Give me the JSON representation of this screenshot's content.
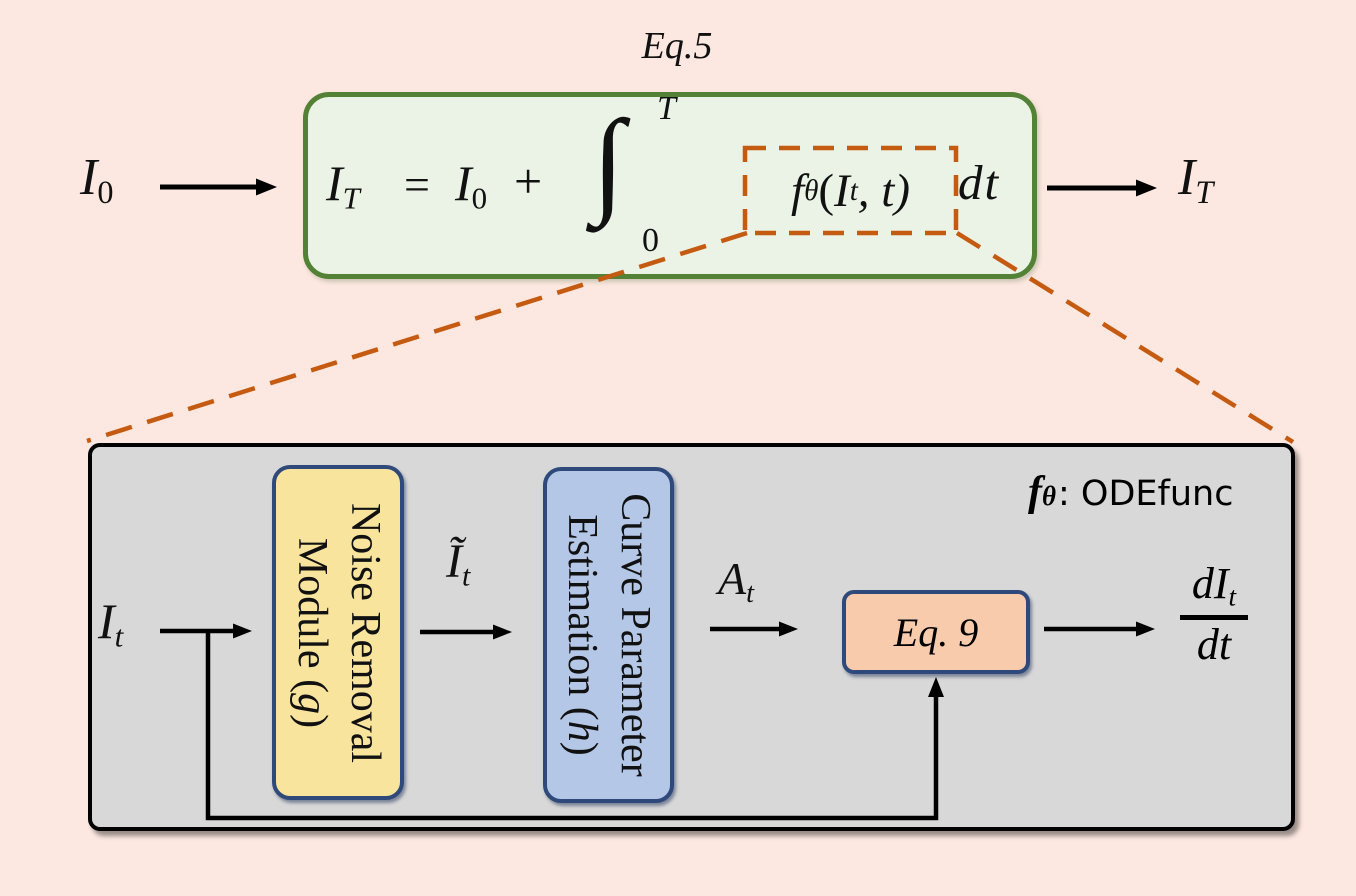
{
  "colors": {
    "background": "#FCE8E0",
    "green_box_fill": "#EAF3E5",
    "green_box_border": "#538135",
    "gray_box_fill": "#D8D8D8",
    "gray_box_border": "#000000",
    "noise_module_fill": "#F9E49E",
    "curve_module_fill": "#B4C7E7",
    "eq9_fill": "#F8CBAD",
    "module_border_navy": "#2F4A7A",
    "highlight_dash_orange": "#C55A11",
    "arrow_color": "#000000"
  },
  "overview": {
    "eq_label": "Eq.5",
    "input_symbol": {
      "base": "I",
      "sub": "0"
    },
    "output_symbol": {
      "base": "I",
      "sub": "T"
    },
    "equation": {
      "lhs_base": "I",
      "lhs_sub": "T",
      "equals": "=",
      "init_base": "I",
      "init_sub": "0",
      "plus": "+",
      "integral_glyph": "∫",
      "integral_upper": "T",
      "integral_lower": "0",
      "f_base": "f",
      "f_sub": "θ",
      "arg_open": "(",
      "arg_base": "I",
      "arg_sub": "t",
      "arg_rest": ", t)",
      "dt": "dt"
    }
  },
  "detail": {
    "header": {
      "f_base": "f",
      "f_sub": "θ",
      "rest": ": ODEfunc"
    },
    "state_input": {
      "base": "I",
      "sub": "t"
    },
    "noise_module": {
      "line1": "Noise Removal",
      "line2_pre": "Module (",
      "line2_var": "g",
      "line2_post": ")"
    },
    "denoised_label": {
      "base": "Ĩ",
      "sub": "t"
    },
    "curve_module": {
      "line1": "Curve Parameter",
      "line2_pre": "Estimation (",
      "line2_var": "h",
      "line2_post": ")"
    },
    "curve_params_label": {
      "base": "A",
      "sub": "t"
    },
    "eq9_label": "Eq. 9",
    "derivative_output": {
      "num_d": "d",
      "num_base": "I",
      "num_sub": "t",
      "den": "dt"
    }
  }
}
